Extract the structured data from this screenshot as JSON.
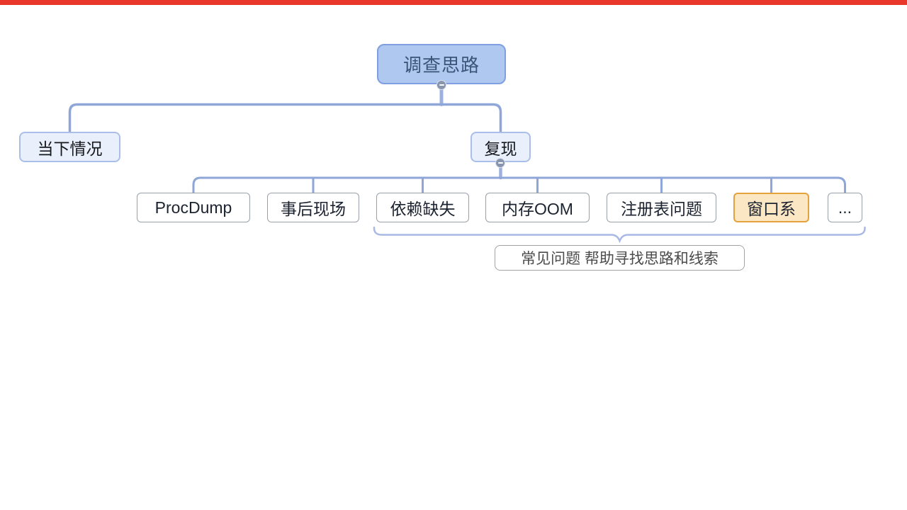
{
  "topbar": {
    "color": "#e8382b"
  },
  "mindmap": {
    "root": {
      "label": "调查思路"
    },
    "branches": [
      {
        "label": "当下情况"
      },
      {
        "label": "复现"
      }
    ],
    "children": [
      {
        "label": "ProcDump"
      },
      {
        "label": "事后现场"
      },
      {
        "label": "依赖缺失"
      },
      {
        "label": "内存OOM"
      },
      {
        "label": "注册表问题"
      },
      {
        "label": "窗口系",
        "highlighted": true
      },
      {
        "label": "..."
      }
    ],
    "summary": {
      "label": "常见问题 帮助寻找思路和线索"
    },
    "icons": [
      {
        "name": "collapse-icon",
        "glyph": "−"
      }
    ],
    "colors": {
      "root_fill": "#aec8f0",
      "root_border": "#7f9fe0",
      "root_text": "#3d5479",
      "branch_fill": "#e9f0fc",
      "branch_border": "#a9bfe8",
      "plain_border": "#9aa0aa",
      "highlight_fill": "#fbe7c3",
      "highlight_border": "#e3a23c",
      "connector": "#8ea6d8",
      "brace": "#a9b9e6",
      "summary_border": "#a2a2a2",
      "topbar_red": "#e8382b"
    }
  }
}
